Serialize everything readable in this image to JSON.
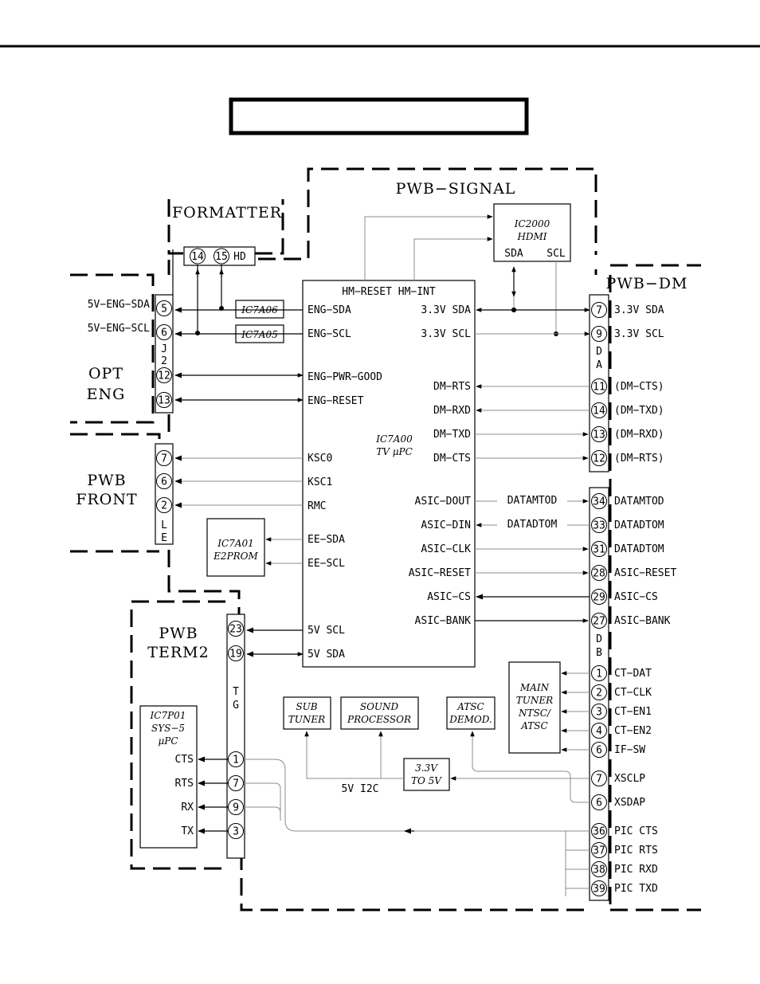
{
  "header_box": "",
  "blocks": {
    "formatter": "FORMATTER",
    "pwb_signal": "PWB−SIGNAL",
    "pwb_dm": "PWB−DM",
    "opt_eng": [
      "OPT",
      "ENG"
    ],
    "pwb_front": [
      "PWB",
      "FRONT"
    ],
    "pwb_term2": [
      "PWB",
      "TERM2"
    ]
  },
  "formatter_conn": {
    "pins": [
      "14",
      "15"
    ],
    "label": "HD"
  },
  "j2": {
    "name": [
      "J",
      "2"
    ],
    "pins": [
      {
        "n": "5",
        "label": "5V−ENG−SDA"
      },
      {
        "n": "6",
        "label": "5V−ENG−SCL"
      },
      {
        "n": "12",
        "label": ""
      },
      {
        "n": "13",
        "label": ""
      }
    ]
  },
  "le": {
    "name": [
      "L",
      "E"
    ],
    "pins": [
      "7",
      "6",
      "2"
    ]
  },
  "tg": {
    "name": [
      "T",
      "G"
    ],
    "pins": [
      "23",
      "19",
      "1",
      "7",
      "9",
      "3"
    ]
  },
  "ic7a06": "IC7A06",
  "ic7a05": "IC7A05",
  "ic7a01": [
    "IC7A01",
    "E2PROM"
  ],
  "ic2000": {
    "lines": [
      "IC2000",
      "HDMI"
    ],
    "pins": [
      "SDA",
      "SCL"
    ]
  },
  "ic7a00": {
    "name": [
      "IC7A00",
      "TV  μPC"
    ],
    "top": "HM−RESET HM−INT",
    "left_pins": [
      "ENG−SDA",
      "ENG−SCL",
      "ENG−PWR−GOOD",
      "ENG−RESET",
      "KSC0",
      "KSC1",
      "RMC",
      "EE−SDA",
      "EE−SCL",
      "5V  SCL",
      "5V  SDA"
    ],
    "right_pins": [
      "3.3V  SDA",
      "3.3V  SCL",
      "DM−RTS",
      "DM−RXD",
      "DM−TXD",
      "DM−CTS",
      "ASIC−DOUT",
      "ASIC−DIN",
      "ASIC−CLK",
      "ASIC−RESET",
      "ASIC−CS",
      "ASIC−BANK"
    ]
  },
  "wire_labels": {
    "datamtod": "DATAMTOD",
    "datadtom": "DATADTOM",
    "i2c": "5V  I2C"
  },
  "da": {
    "name": [
      "D",
      "A"
    ],
    "pins": [
      {
        "n": "7",
        "label": "3.3V  SDA"
      },
      {
        "n": "9",
        "label": "3.3V  SCL"
      },
      {
        "n": "11",
        "label": "(DM−CTS)"
      },
      {
        "n": "14",
        "label": "(DM−TXD)"
      },
      {
        "n": "13",
        "label": "(DM−RXD)"
      },
      {
        "n": "12",
        "label": "(DM−RTS)"
      }
    ]
  },
  "db": {
    "name": [
      "D",
      "B"
    ],
    "pins": [
      {
        "n": "34",
        "label": "DATAMTOD"
      },
      {
        "n": "33",
        "label": "DATADTOM"
      },
      {
        "n": "31",
        "label": "DATADTOM"
      },
      {
        "n": "28",
        "label": "ASIC−RESET"
      },
      {
        "n": "29",
        "label": "ASIC−CS"
      },
      {
        "n": "27",
        "label": "ASIC−BANK"
      },
      {
        "n": "1",
        "label": "CT−DAT"
      },
      {
        "n": "2",
        "label": "CT−CLK"
      },
      {
        "n": "3",
        "label": "CT−EN1"
      },
      {
        "n": "4",
        "label": "CT−EN2"
      },
      {
        "n": "6",
        "label": "IF−SW"
      },
      {
        "n": "7",
        "label": "XSCLP"
      },
      {
        "n": "6",
        "label": "XSDAP"
      },
      {
        "n": "36",
        "label": "PIC  CTS"
      },
      {
        "n": "37",
        "label": "PIC  RTS"
      },
      {
        "n": "38",
        "label": "PIC  RXD"
      },
      {
        "n": "39",
        "label": "PIC  TXD"
      }
    ]
  },
  "main_tuner": [
    "MAIN",
    "TUNER",
    "NTSC/",
    "ATSC"
  ],
  "sub_tuner": [
    "SUB",
    "TUNER"
  ],
  "sound_processor": [
    "SOUND",
    "PROCESSOR"
  ],
  "atsc_demod": [
    "ATSC",
    "DEMOD."
  ],
  "converter": [
    "3.3V",
    "TO  5V"
  ],
  "ic7p01": {
    "name": [
      "IC7P01",
      "SYS−5",
      "μPC"
    ],
    "pins": [
      "CTS",
      "RTS",
      "RX",
      "TX"
    ]
  }
}
